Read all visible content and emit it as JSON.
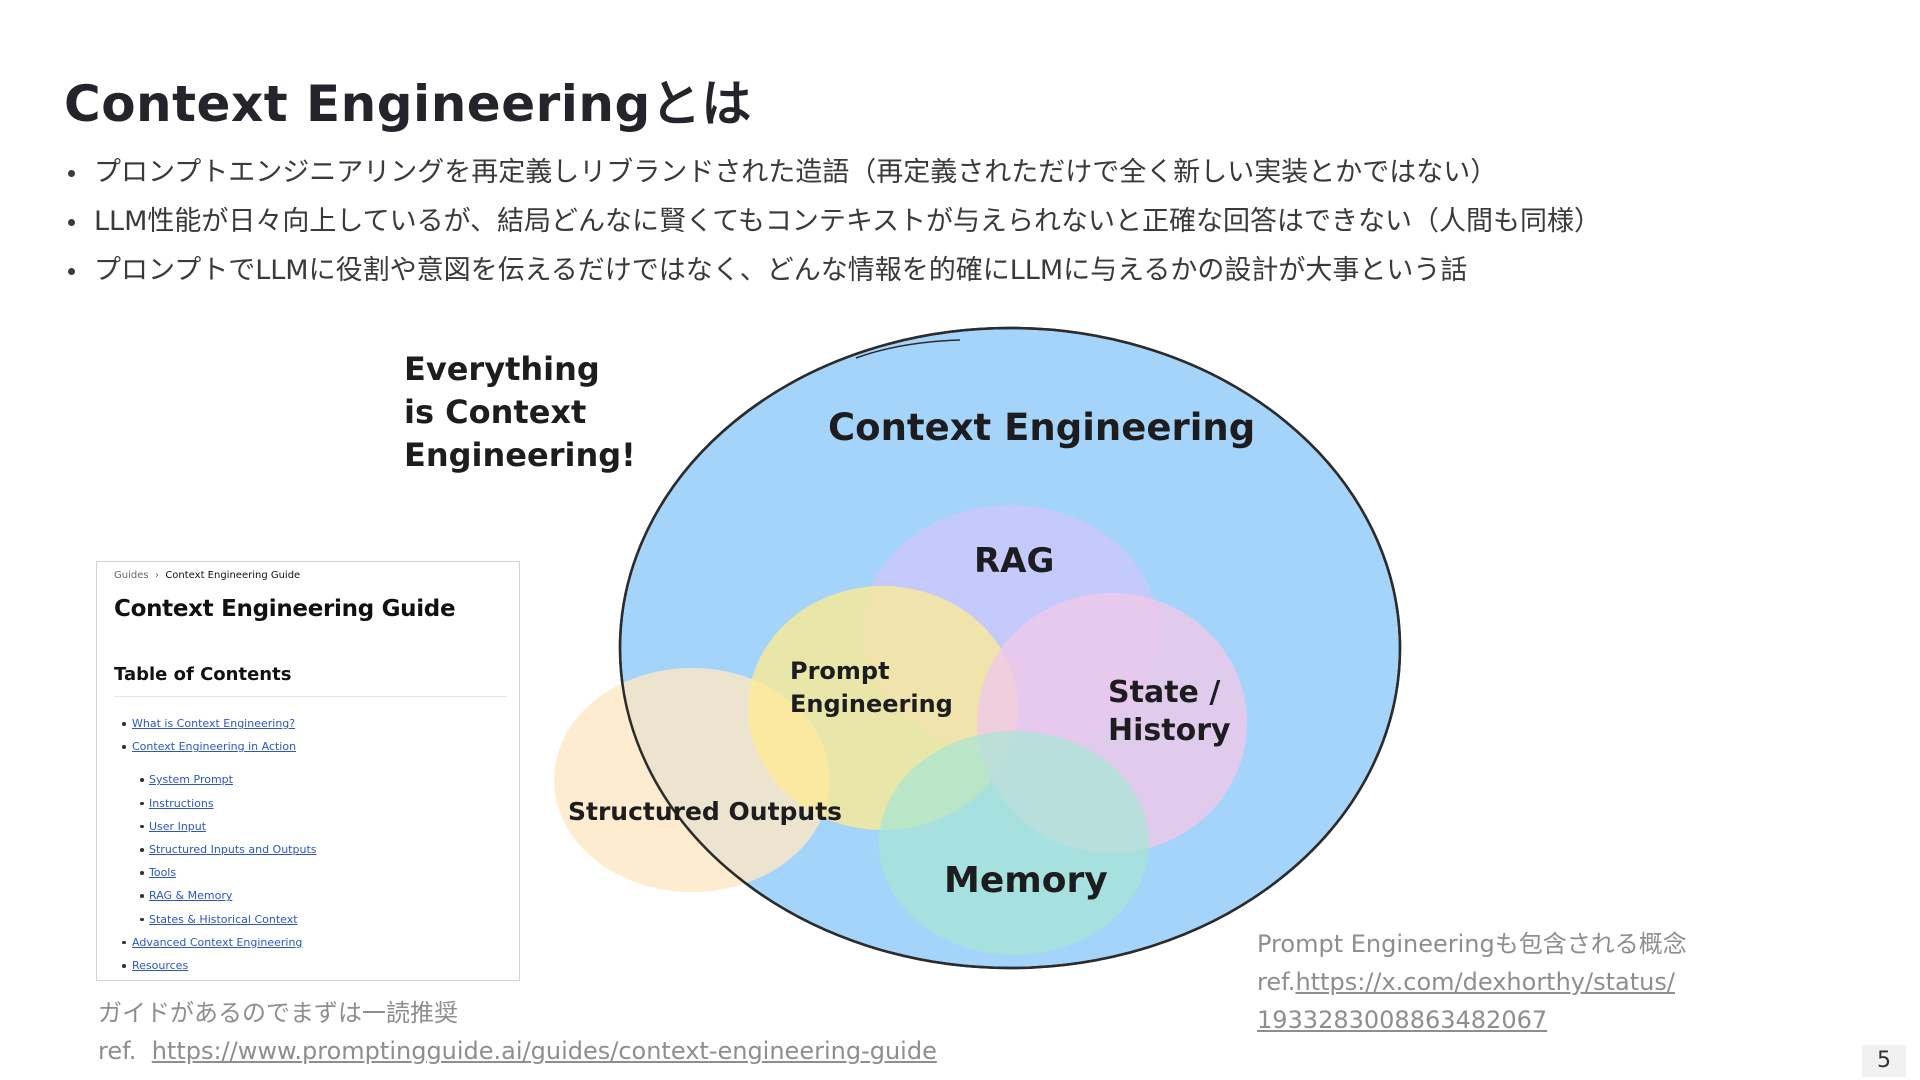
{
  "slide": {
    "title": "Context Engineeringとは",
    "bullets": [
      "プロンプトエンジニアリングを再定義しリブランドされた造語（再定義されただけで全く新しい実装とかではない）",
      "LLM性能が日々向上しているが、結局どんなに賢くてもコンテキストが与えられないと正確な回答はできない（人間も同様）",
      "プロンプトでLLMに役割や意図を伝えるだけではなく、どんな情報を的確にLLMに与えるかの設計が大事という話"
    ],
    "page_number": "5"
  },
  "diagram": {
    "tagline": [
      "Everything",
      "is Context",
      "Engineering!"
    ],
    "outer_label": "Context Engineering",
    "circles": {
      "rag": "RAG",
      "prompt": [
        "Prompt",
        "Engineering"
      ],
      "state": [
        "State /",
        "History"
      ],
      "memory": "Memory",
      "structured": "Structured Outputs"
    },
    "colors": {
      "outer": "#a5d4fb",
      "rag": "#c9c8fb",
      "prompt": "#fdeb93",
      "state": "#f0c8ea",
      "memory": "#a8e6d4",
      "structured": "#fde8c6"
    }
  },
  "guide_thumbnail": {
    "breadcrumb": [
      "Guides",
      "Context Engineering Guide"
    ],
    "title": "Context Engineering Guide",
    "toc_heading": "Table of Contents",
    "items": [
      "What is Context Engineering?",
      "Context Engineering in Action",
      "System Prompt",
      "Instructions",
      "User Input",
      "Structured Inputs and Outputs",
      "Tools",
      "RAG & Memory",
      "States & Historical Context",
      "Advanced Context Engineering",
      "Resources"
    ]
  },
  "captions": {
    "left": {
      "text": "ガイドがあるのでまずは一読推奨",
      "ref_prefix": "ref.",
      "link": "https://www.promptingguide.ai/guides/context-engineering-guide"
    },
    "right": {
      "text": "Prompt Engineeringも包含される概念",
      "ref_prefix": "ref.",
      "link_line1": "https://x.com/dexhorthy/status/",
      "link_line2": "1933283008863482067"
    }
  }
}
